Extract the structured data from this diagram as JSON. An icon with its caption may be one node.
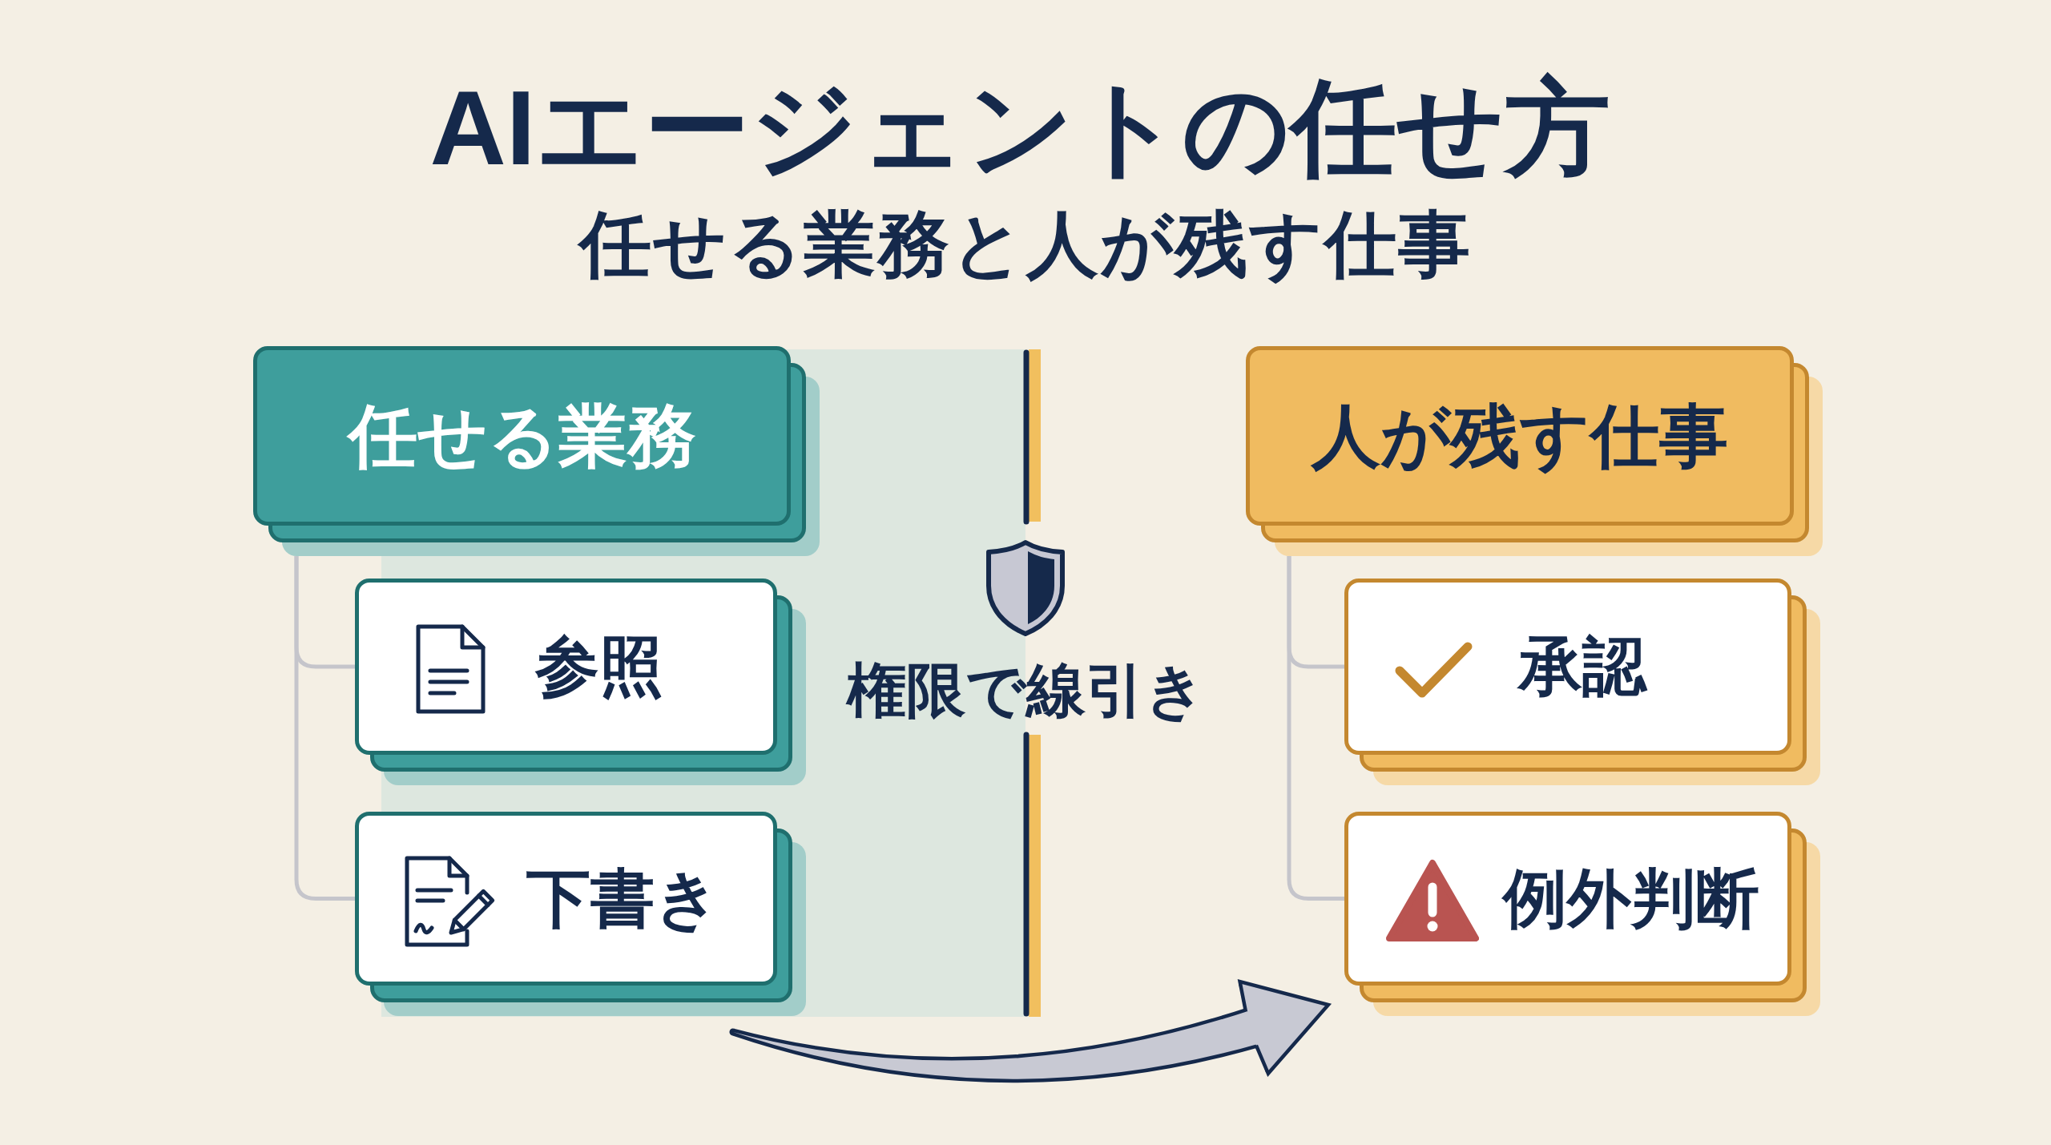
{
  "diagram": {
    "title": "AIエージェントの任せ方",
    "nodes": [
      {
        "text": [
          "任せる業務"
        ]
      },
      {
        "text": [
          "参照"
        ]
      },
      {
        "text": [
          "下書き"
        ]
      },
      {
        "text": [
          "人が残す仕事"
        ]
      },
      {
        "text": [
          "承認"
        ]
      },
      {
        "text": [
          "例外判断"
        ]
      }
    ],
    "edges": [
      {
        "from": 0,
        "to": 1,
        "arrow": "none"
      },
      {
        "from": 0,
        "to": 2,
        "arrow": "none"
      },
      {
        "from": 3,
        "to": 4,
        "arrow": "none"
      },
      {
        "from": 3,
        "to": 5,
        "arrow": "none"
      },
      {
        "from": 2,
        "to": 5,
        "arrow": "to",
        "style": "thick",
        "color": "#15294b"
      }
    ],
    "labels": [
      "任せる業務と人が残す仕事",
      "権限で線引き"
    ]
  }
}
